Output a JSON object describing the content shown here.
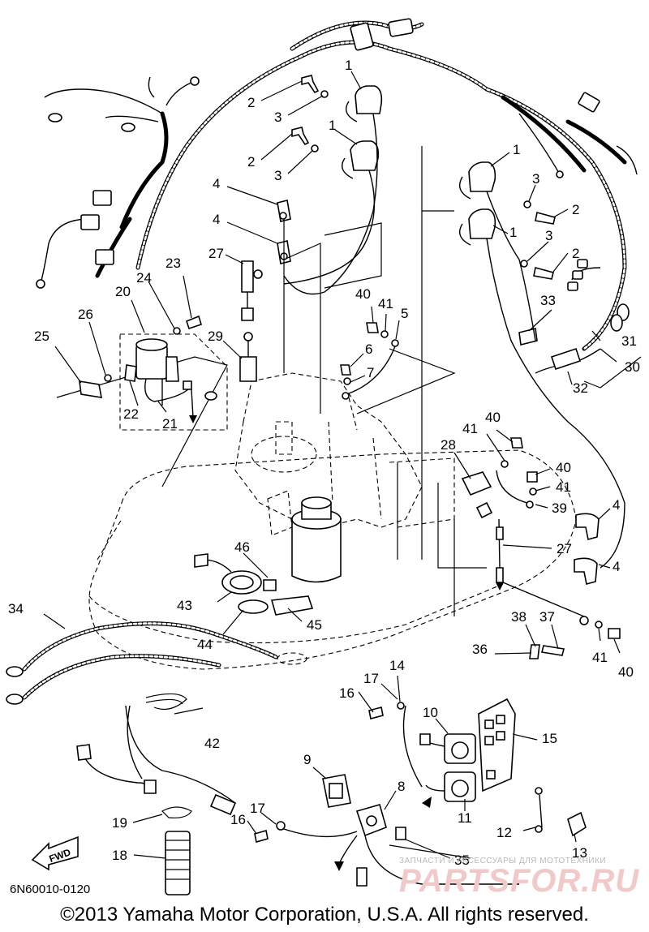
{
  "diagram": {
    "code": "6N60010-0120",
    "copyright": "©2013 Yamaha Motor Corporation, U.S.A. All rights reserved.",
    "fwd_label": "FWD",
    "watermark": {
      "caption": "ЗАПЧАСТИ И АКСЕССУАРЫ ДЛЯ МОТОТЕХНИКИ",
      "logo": "PARTSFOR.RU"
    },
    "callouts": [
      "1",
      "1",
      "1",
      "1",
      "2",
      "2",
      "2",
      "2",
      "3",
      "3",
      "3",
      "3",
      "4",
      "4",
      "4",
      "4",
      "5",
      "6",
      "7",
      "8",
      "9",
      "10",
      "11",
      "12",
      "13",
      "14",
      "15",
      "16",
      "16",
      "17",
      "17",
      "18",
      "19",
      "20",
      "21",
      "22",
      "23",
      "24",
      "25",
      "26",
      "27",
      "27",
      "28",
      "29",
      "30",
      "31",
      "32",
      "33",
      "34",
      "35",
      "36",
      "37",
      "38",
      "39",
      "40",
      "40",
      "40",
      "40",
      "41",
      "41",
      "41",
      "41",
      "42",
      "43",
      "44",
      "45",
      "46"
    ]
  }
}
